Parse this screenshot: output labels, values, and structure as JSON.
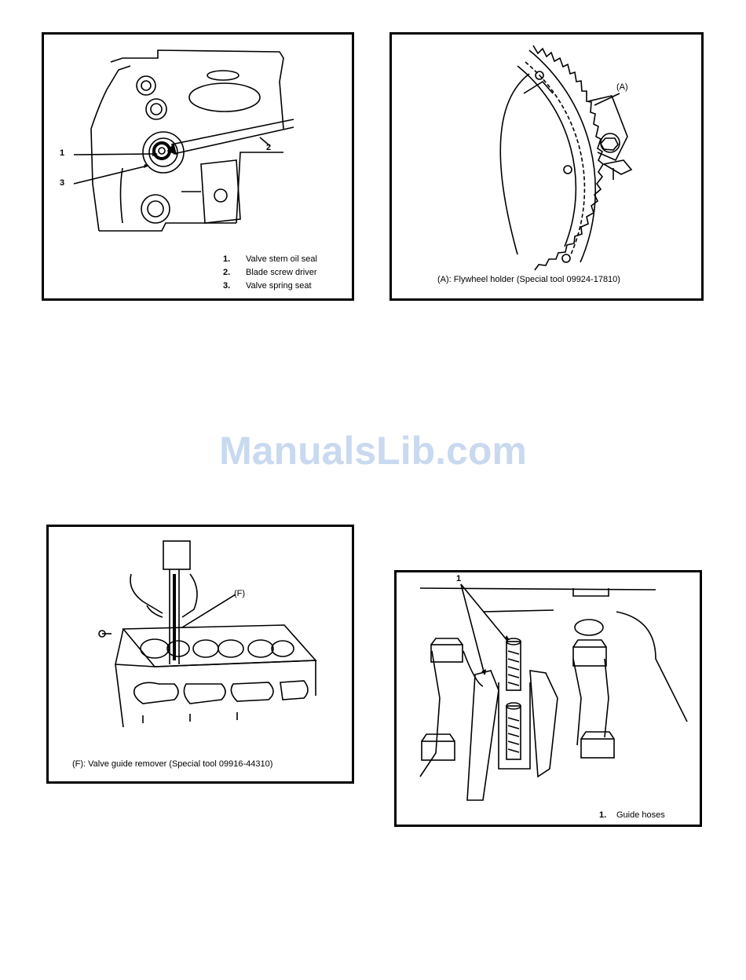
{
  "watermark": "ManualsLib.com",
  "fig_valve_seal": {
    "callouts": [
      "1",
      "2",
      "3"
    ],
    "legend": [
      {
        "num": "1.",
        "text": "Valve stem oil seal"
      },
      {
        "num": "2.",
        "text": "Blade screw driver"
      },
      {
        "num": "3.",
        "text": "Valve spring seat"
      }
    ]
  },
  "fig_flywheel": {
    "callout": "(A)",
    "caption": "(A):  Flywheel holder (Special tool 09924-17810)"
  },
  "fig_valve_guide": {
    "callout": "(F)",
    "caption": "(F):  Valve guide remover (Special tool 09916-44310)"
  },
  "fig_guide_hoses": {
    "callout": "1",
    "legend": [
      {
        "num": "1.",
        "text": "Guide hoses"
      }
    ]
  }
}
